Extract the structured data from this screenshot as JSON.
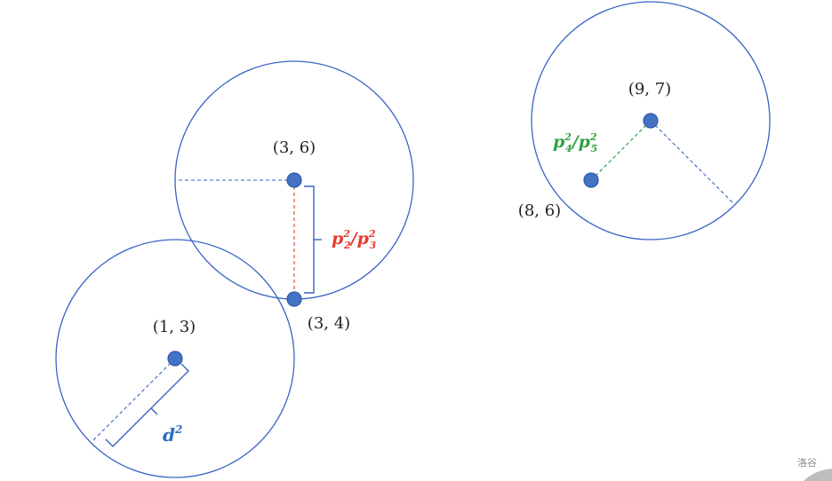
{
  "points": {
    "p13": "(1, 3)",
    "p36": "(3, 6)",
    "p34": "(3, 4)",
    "p97": "(9, 7)",
    "p86": "(8, 6)"
  },
  "labels": {
    "d_squared": {
      "base": "d",
      "exp": "2",
      "color": "#2b6cc4"
    },
    "p2_over_p3": {
      "p": "p",
      "sub1": "2",
      "sup1": "2",
      "slash": "/",
      "sub2": "3",
      "sup2": "2",
      "color": "#e8392f"
    },
    "p4_over_p5": {
      "p": "p",
      "sub1": "4",
      "sup1": "2",
      "slash": "/",
      "sub2": "5",
      "sup2": "2",
      "color": "#2ea043"
    }
  },
  "watermark": "洛谷",
  "colors": {
    "circle": "#3a64c4",
    "dot": "#4472c4",
    "red": "#e8392f",
    "green": "#2ea043",
    "blue_label": "#2b6cc4"
  }
}
